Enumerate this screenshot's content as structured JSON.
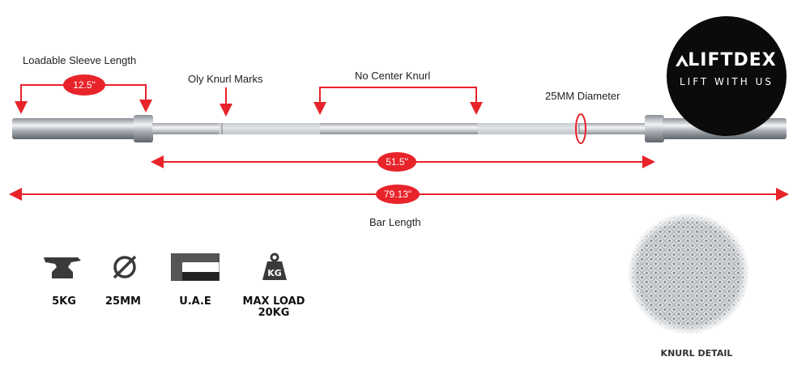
{
  "annotations": {
    "sleeve_length_label": "Loadable Sleeve Length",
    "sleeve_length_value": "12.5\"",
    "oly_knurl_label": "Oly Knurl Marks",
    "no_center_knurl_label": "No Center Knurl",
    "diameter_label": "25MM Diameter",
    "shaft_length_value": "51.5\"",
    "bar_length_value": "79.13\"",
    "bar_length_label": "Bar Length"
  },
  "brand": {
    "name": "LIFTDEX",
    "tagline": "LIFT WITH US"
  },
  "specs": [
    {
      "icon": "anvil-icon",
      "label": "5KG"
    },
    {
      "icon": "diameter-icon",
      "label": "25MM"
    },
    {
      "icon": "flag-icon",
      "label": "U.A.E"
    },
    {
      "icon": "weight-icon",
      "label": "MAX LOAD\n20KG"
    }
  ],
  "knurl_caption": "KNURL DETAIL",
  "colors": {
    "accent_red": "#e8232a",
    "logo_bg": "#0b0b0b",
    "bar_steel": "#b9bec4"
  }
}
